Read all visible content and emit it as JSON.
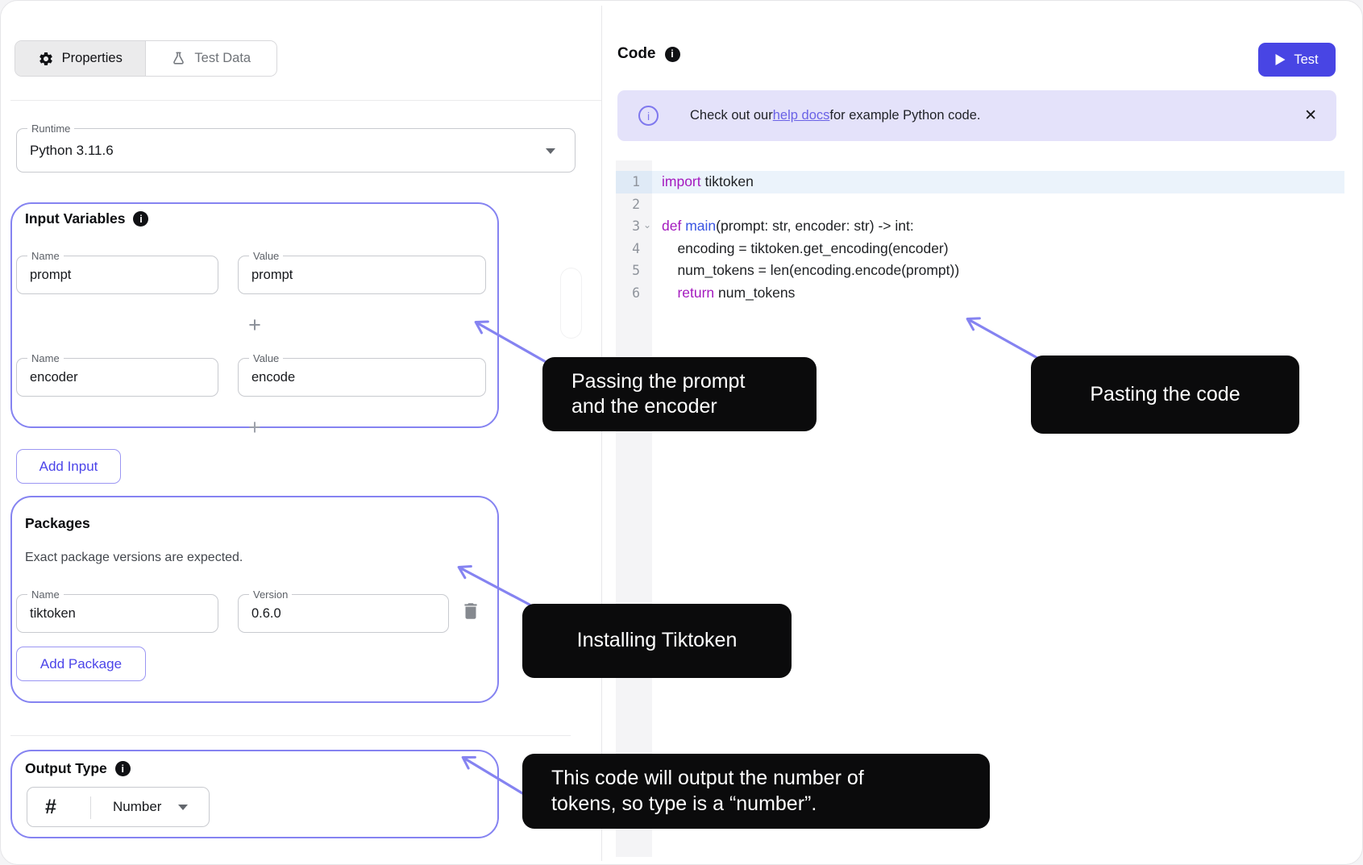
{
  "tabs": {
    "properties": "Properties",
    "test_data": "Test Data"
  },
  "runtime": {
    "label": "Runtime",
    "value": "Python 3.11.6"
  },
  "input_variables": {
    "title": "Input Variables",
    "rows": [
      {
        "name_label": "Name",
        "name": "prompt",
        "value_label": "Value",
        "value": "prompt"
      },
      {
        "name_label": "Name",
        "name": "encoder",
        "value_label": "Value",
        "value": "encode"
      }
    ],
    "add_row_icon": "+",
    "add_button": "Add Input"
  },
  "packages": {
    "title": "Packages",
    "note": "Exact package versions are expected.",
    "name_label": "Name",
    "name": "tiktoken",
    "version_label": "Version",
    "version": "0.6.0",
    "add_button": "Add Package"
  },
  "output_type": {
    "title": "Output Type",
    "symbol": "#",
    "value": "Number"
  },
  "code_panel": {
    "title": "Code",
    "test_button": "Test",
    "banner": {
      "before": "Check out our ",
      "link": "help docs",
      "after": " for example Python code.",
      "close": "✕"
    },
    "editor": {
      "lines": [
        {
          "n": "1",
          "active": true,
          "tokens": [
            [
              "kw",
              "import"
            ],
            [
              "pl",
              " tiktoken"
            ]
          ]
        },
        {
          "n": "2",
          "tokens": []
        },
        {
          "n": "3",
          "fold": true,
          "tokens": [
            [
              "kw",
              "def"
            ],
            [
              "pl",
              " "
            ],
            [
              "fn",
              "main"
            ],
            [
              "pl",
              "(prompt: str, encoder: str) -> int:"
            ]
          ]
        },
        {
          "n": "4",
          "tokens": [
            [
              "pl",
              "    encoding = tiktoken.get_encoding(encoder)"
            ]
          ]
        },
        {
          "n": "5",
          "tokens": [
            [
              "pl",
              "    num_tokens = len(encoding.encode(prompt))"
            ]
          ]
        },
        {
          "n": "6",
          "tokens": [
            [
              "pl",
              "    "
            ],
            [
              "kw",
              "return"
            ],
            [
              "pl",
              " num_tokens"
            ]
          ]
        }
      ]
    }
  },
  "annotations": {
    "tooltips": [
      {
        "lines": [
          "Passing the prompt",
          "and the encoder"
        ]
      },
      {
        "lines": [
          "Pasting the code"
        ]
      },
      {
        "lines": [
          "Installing Tiktoken"
        ]
      },
      {
        "lines": [
          "This code will output the number of",
          "tokens, so type is a “number”."
        ]
      }
    ]
  },
  "colors": {
    "accent_purple": "#8583F1",
    "primary_indigo": "#4845E4",
    "banner_bg": "#E4E2FA",
    "keyword": "#A41ABF",
    "function_name": "#3A55E2",
    "tooltip_bg": "#0B0B0C",
    "active_line_bg": "#EBF3FB"
  }
}
